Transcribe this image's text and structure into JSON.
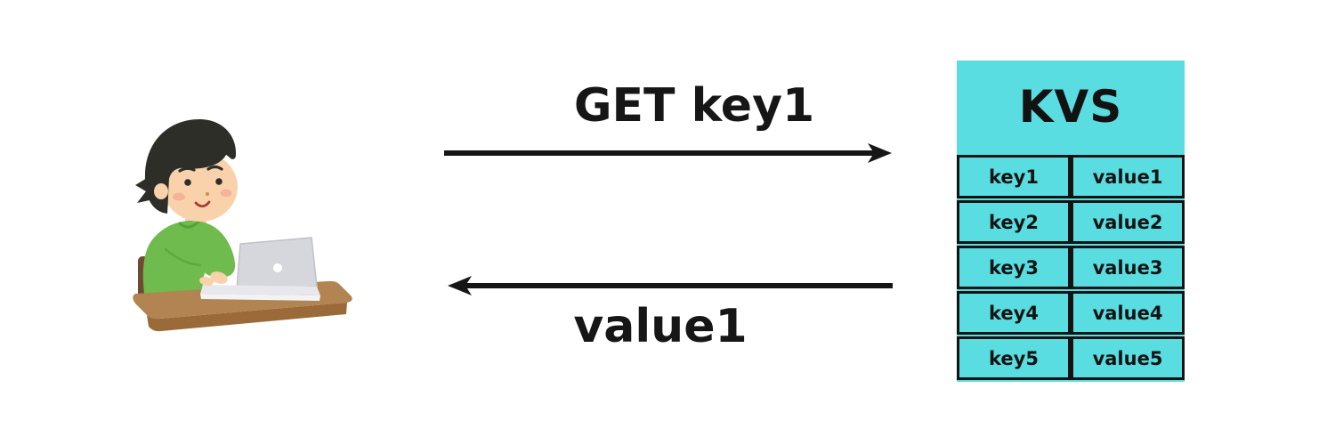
{
  "diagram": {
    "client": {
      "illustration": "person-at-laptop"
    },
    "request": {
      "label": "GET key1"
    },
    "response": {
      "label": "value1"
    },
    "kvs": {
      "title": "KVS",
      "rows": [
        {
          "key": "key1",
          "value": "value1"
        },
        {
          "key": "key2",
          "value": "value2"
        },
        {
          "key": "key3",
          "value": "value3"
        },
        {
          "key": "key4",
          "value": "value4"
        },
        {
          "key": "key5",
          "value": "value5"
        }
      ]
    },
    "colors": {
      "background": "#ffffff",
      "arrow": "#161616",
      "kvs_fill": "#5adde0"
    }
  }
}
